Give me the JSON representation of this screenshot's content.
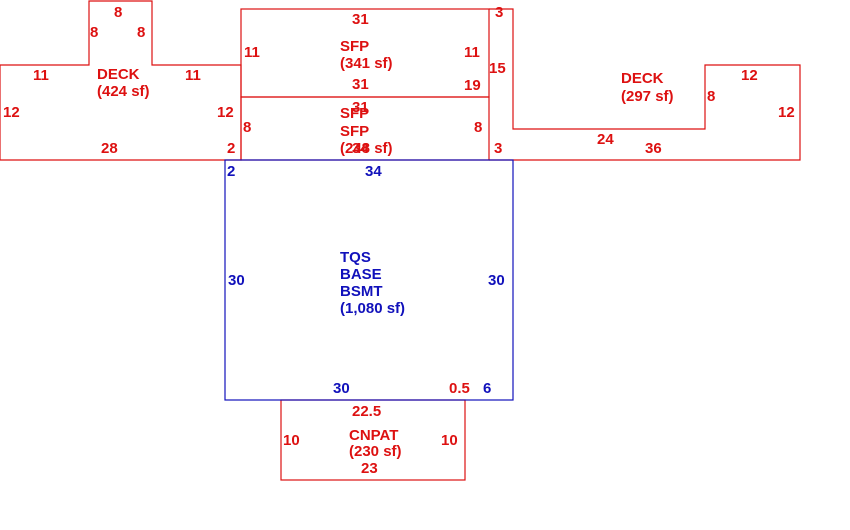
{
  "colors": {
    "area": "#dd1111",
    "main": "#1111bb",
    "background": "#ffffff"
  },
  "areas": {
    "deck_left": {
      "name": "DECK",
      "area": "(424 sf)",
      "dims": {
        "bump_top": "8",
        "bump_left": "8",
        "bump_right": "8",
        "top_left": "11",
        "top_right": "11",
        "left": "12",
        "right": "12",
        "bottom": "28",
        "bottom_stub": "2"
      }
    },
    "sfp_upper": {
      "name": "SFP",
      "area": "(341 sf)",
      "dims": {
        "top": "31",
        "left": "11",
        "right": "11",
        "bottom": "31"
      }
    },
    "sfp_lower": {
      "name_a": "SFP",
      "name_b": "SFP",
      "area": "(248 sf)",
      "dims": {
        "top": "31",
        "left": "8",
        "right": "8",
        "bottom": "34"
      }
    },
    "deck_right": {
      "name": "DECK",
      "area": "(297 sf)",
      "dims": {
        "top_stub": "3",
        "left": "15",
        "right_wall": "19",
        "bottom_stub": "3",
        "notch_bottom": "24",
        "notch_side": "8",
        "bump_top": "12",
        "bump_right": "12",
        "bottom": "36"
      }
    },
    "basement": {
      "name_a": "TQS",
      "name_b": "BASE",
      "name_c": "BSMT",
      "area": "(1,080 sf)",
      "dims": {
        "top_stub": "2",
        "top": "34",
        "left": "30",
        "right": "30",
        "bottom": "30",
        "offset": "0.5",
        "bottom_right": "6"
      }
    },
    "cnpat": {
      "name": "CNPAT",
      "area": "(230 sf)",
      "dims": {
        "top": "22.5",
        "left": "10",
        "right": "10",
        "bottom": "23"
      }
    }
  }
}
